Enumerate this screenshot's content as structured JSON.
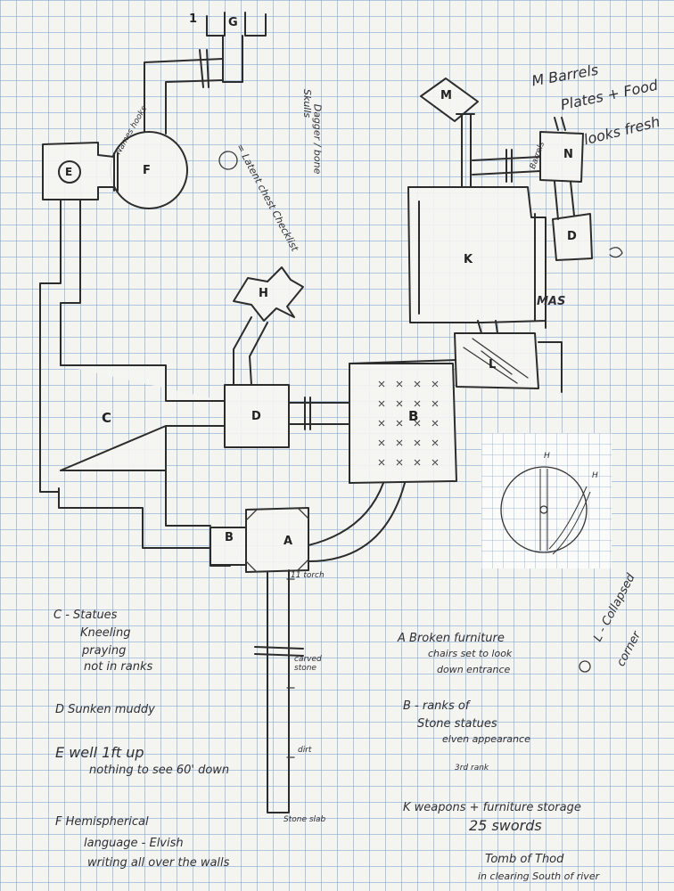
{
  "rooms": {
    "G": "G",
    "one": "1",
    "E": "E",
    "F": "F",
    "H": "H",
    "C": "C",
    "D": "D",
    "B": "B",
    "A": "A",
    "K": "K",
    "M": "M",
    "N": "N",
    "D2": "D",
    "L": "L"
  },
  "map_labels": {
    "names_hooks": "Names hooks",
    "skulls": "Skulls",
    "dagger_bone": "Dagger / bone",
    "latent_chest": "= Latent chest Checklist",
    "m_barrels": "M Barrels",
    "plates_food": "Plates + Food",
    "looks_fresh": "looks fresh",
    "barrels": "Barrels",
    "mas": "MAS",
    "torch": "11 torch",
    "carved_stone": "carved stone",
    "dirt": "dirt",
    "stone_slab": "Stone slab",
    "inset_h1": "H",
    "inset_h2": "H"
  },
  "legend": {
    "c": [
      "C - Statues",
      "Kneeling",
      "praying",
      "not in ranks"
    ],
    "d": "D    Sunken muddy",
    "e": [
      "E   well 1ft up",
      "nothing to see 60' down"
    ],
    "f": [
      "F   Hemispherical",
      "language - Elvish",
      "writing all over the walls"
    ],
    "a": [
      "A   Broken furniture",
      "chairs set to look",
      "down entrance"
    ],
    "b": [
      "B - ranks of",
      "Stone statues",
      "elven appearance",
      "3rd rank"
    ],
    "k": [
      "K   weapons + furniture storage",
      "25 swords"
    ],
    "l": [
      "L - Collapsed",
      "corner"
    ],
    "footer": [
      "Tomb of Thod",
      "in clearing South of river"
    ]
  },
  "colors": {
    "ink": "#2c2c2c",
    "paper": "#f4f4f1",
    "grid": "#78a0cd"
  }
}
